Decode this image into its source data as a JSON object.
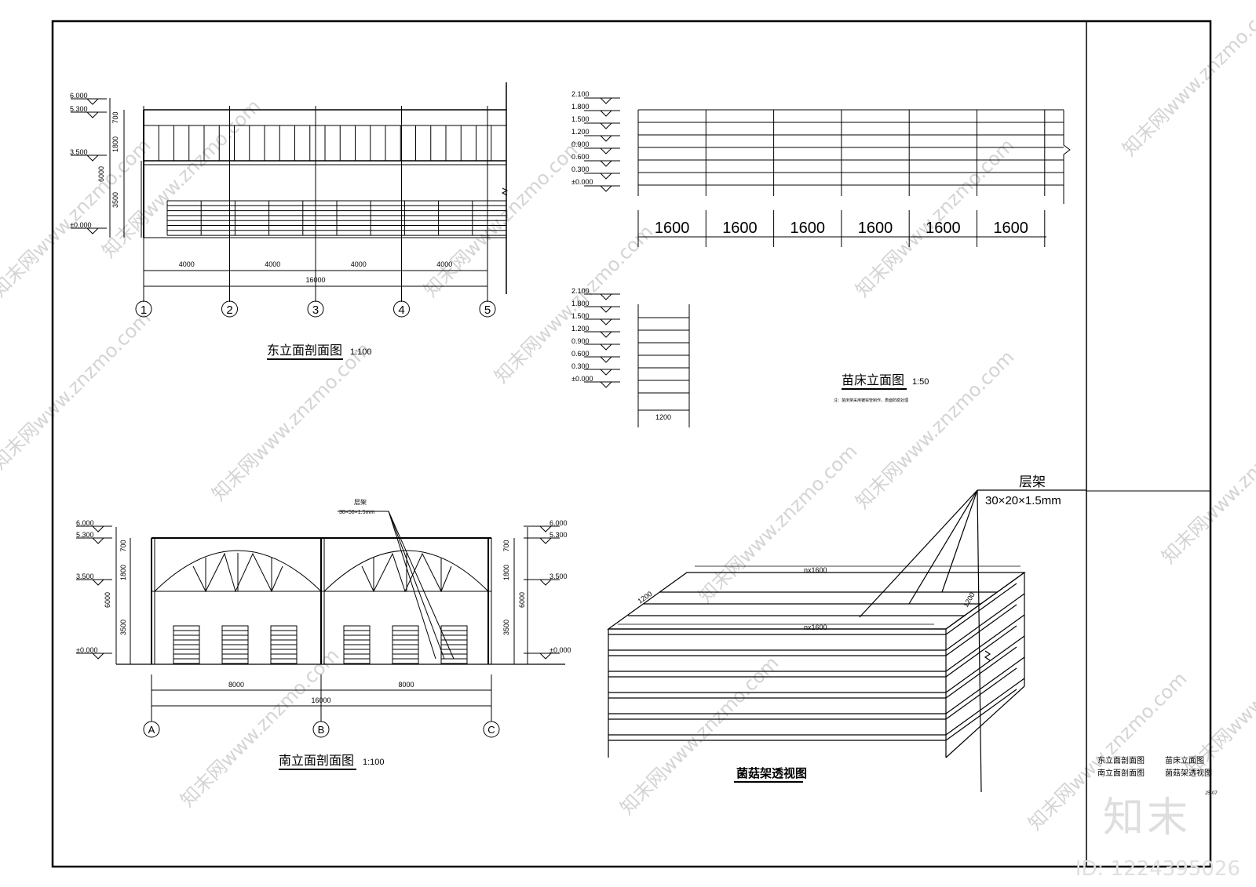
{
  "east": {
    "title": "东立面剖面图",
    "scale": "1:100",
    "levels": [
      "6.000",
      "5.300",
      "3.500",
      "±0.000"
    ],
    "vdims": [
      "700",
      "1800",
      "3500",
      "6000"
    ],
    "spans": [
      "4000",
      "4000",
      "4000",
      "4000"
    ],
    "total": "16000",
    "axes": [
      "1",
      "2",
      "3",
      "4",
      "5"
    ]
  },
  "seedbed": {
    "title": "苗床立面图",
    "scale": "1:50",
    "levels": [
      "2.100",
      "1.800",
      "1.500",
      "1.200",
      "0.900",
      "0.600",
      "0.300",
      "±0.000"
    ],
    "spans": [
      "1600",
      "1600",
      "1600",
      "1600",
      "1600",
      "1600"
    ],
    "width": "1200",
    "note": "注：苗床架采用镀锌管制作，表面防腐处理"
  },
  "south": {
    "title": "南立面剖面图",
    "scale": "1:100",
    "levels": [
      "6.000",
      "5.300",
      "3.500",
      "±0.000"
    ],
    "vdims": [
      "700",
      "1800",
      "3500",
      "6000"
    ],
    "spans": [
      "8000",
      "8000"
    ],
    "total": "16000",
    "axes": [
      "A",
      "B",
      "C"
    ],
    "leader_title": "层架",
    "leader_spec": "30×50×1.5mm"
  },
  "rack": {
    "title": "菌菇架透视图",
    "leader_title": "层架",
    "leader_spec": "30×20×1.5mm",
    "dim_top": "nx1600",
    "dim_front": "nx1600",
    "dim_side_left": "1200",
    "dim_side_right": "1200"
  },
  "titleblock": {
    "items": [
      "东立面剖面图",
      "苗床立面图",
      "南立面剖面图",
      "菌菇架透视图"
    ],
    "code": "JS-07"
  },
  "watermark": {
    "text": "知末网www.znzmo.com",
    "brand": "知末",
    "id": "ID: 1224395026"
  }
}
